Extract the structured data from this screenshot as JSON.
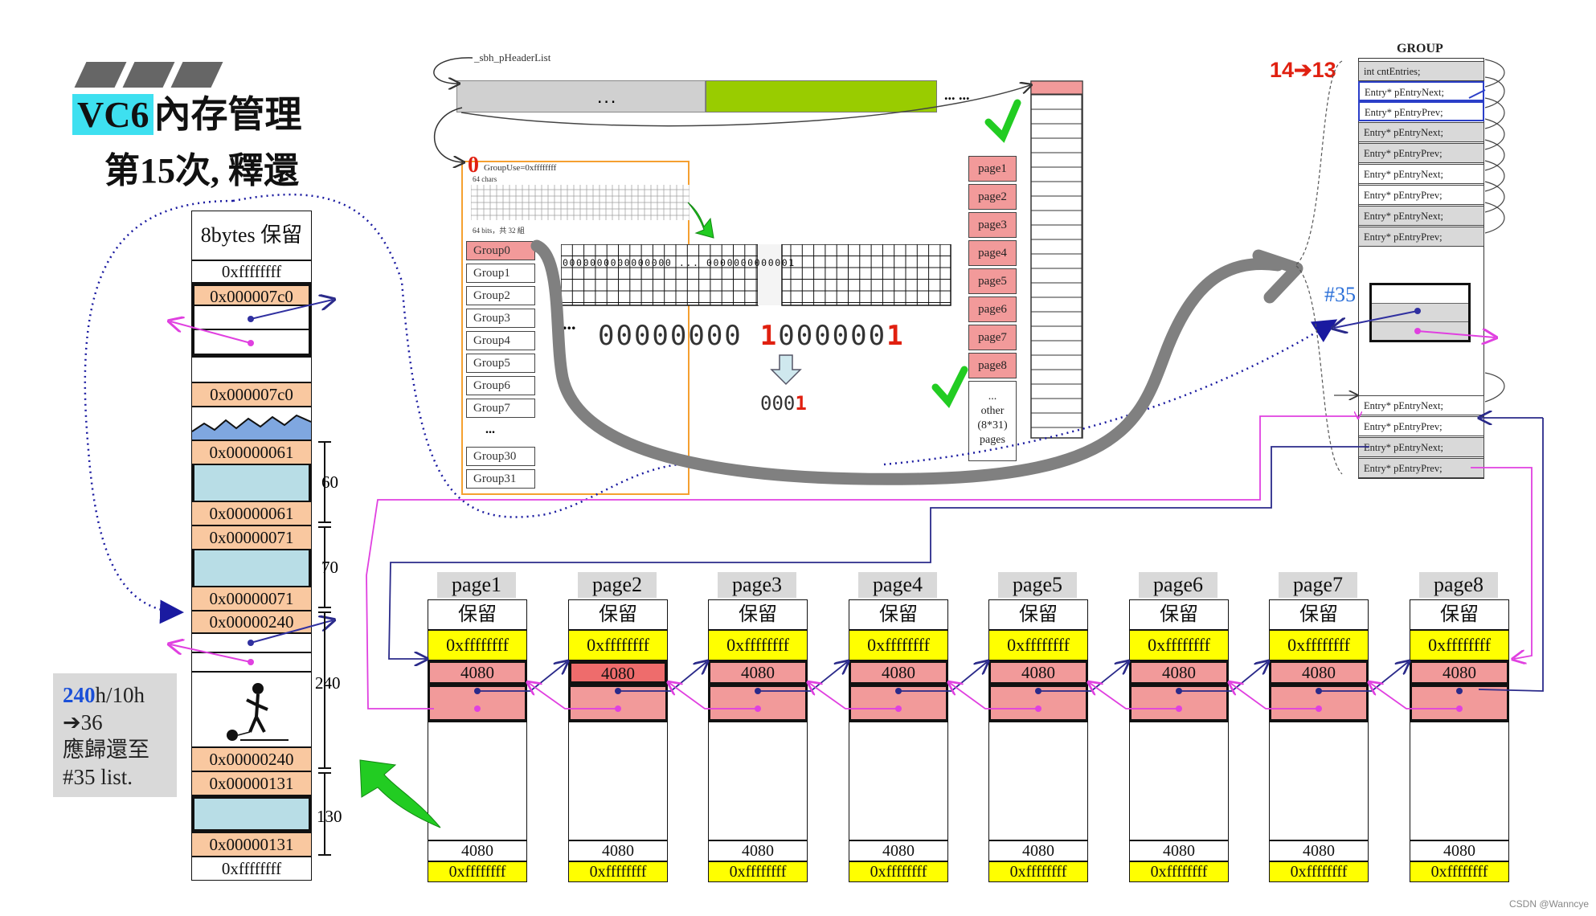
{
  "title": {
    "line1_highlight": "VC6",
    "line1_rest": "內存管理",
    "line2": "第15次, 釋還"
  },
  "left_column": {
    "header": "8bytes 保留",
    "cells": [
      "0xffffffff",
      "0x000007c0",
      "0x000007c0",
      "0x00000061",
      "0x00000061",
      "0x00000071",
      "0x00000071",
      "0x00000240",
      "0x00000240",
      "0x00000131",
      "0x00000131",
      "0xffffffff"
    ],
    "dims": [
      "60",
      "70",
      "240",
      "130"
    ]
  },
  "note": {
    "line1_highlight": "240",
    "line1_rest": "h/10h",
    "line2": "➔36",
    "line3": "應歸還至",
    "line4": "#35 list."
  },
  "header_list": {
    "label": "_sbh_pHeaderList",
    "ellipsis": "... ...",
    "dots": "..."
  },
  "group_panel": {
    "red_zero": "0",
    "label_use": "GroupUse=0xffffffff",
    "label_64chars": "64 chars",
    "label_64bits": "64 bits，共 32 組",
    "groups": [
      "Group0",
      "Group1",
      "Group2",
      "Group3",
      "Group4",
      "Group5",
      "Group6",
      "Group7",
      "...",
      "Group30",
      "Group31"
    ]
  },
  "bitmap": {
    "row_text": "0000000000000000 ... 0000000000001",
    "digits_left": "00000000",
    "digits_red1": "1",
    "digits_mid": "000000",
    "digits_red2": "1",
    "result_prefix": "000",
    "result_red": "1",
    "dots": "..."
  },
  "side_pages": {
    "pages": [
      "page1",
      "page2",
      "page3",
      "page4",
      "page5",
      "page6",
      "page7",
      "page8"
    ],
    "other_dots": "...",
    "other_line1": "other",
    "other_line2": "(8*31)",
    "other_line3": "pages"
  },
  "group_struct": {
    "title": "GROUP",
    "count_change": "14➔13",
    "cnt": "int  cntEntries;",
    "entries_top": [
      "Entry*   pEntryNext;",
      "Entry*   pEntryPrev;",
      "Entry*   pEntryNext;",
      "Entry*   pEntryPrev;",
      "Entry*   pEntryNext;",
      "Entry*   pEntryPrev;",
      "Entry*   pEntryNext;",
      "Entry*   pEntryPrev;"
    ],
    "entries_bottom": [
      "Entry*   pEntryNext;",
      "Entry*   pEntryPrev;",
      "Entry*   pEntryNext;",
      "Entry*   pEntryPrev;"
    ],
    "list_label": "#35"
  },
  "pages_row": {
    "names": [
      "page1",
      "page2",
      "page3",
      "page4",
      "page5",
      "page6",
      "page7",
      "page8"
    ],
    "reserved": "保留",
    "head_tag": "0xffffffff",
    "size": "4080",
    "tail_size": "4080",
    "tail_tag": "0xffffffff"
  },
  "watermark": "CSDN @Wanncye",
  "colors": {
    "highlight_cyan": "#3ee0f0",
    "green_bar": "#99cc00",
    "orange_border": "#f5a030",
    "accent_red": "#e02010",
    "link_pink": "#e040e0",
    "link_navy": "#2a2a8a",
    "arrow_green": "#22cc22",
    "arrow_grey": "#808080"
  }
}
